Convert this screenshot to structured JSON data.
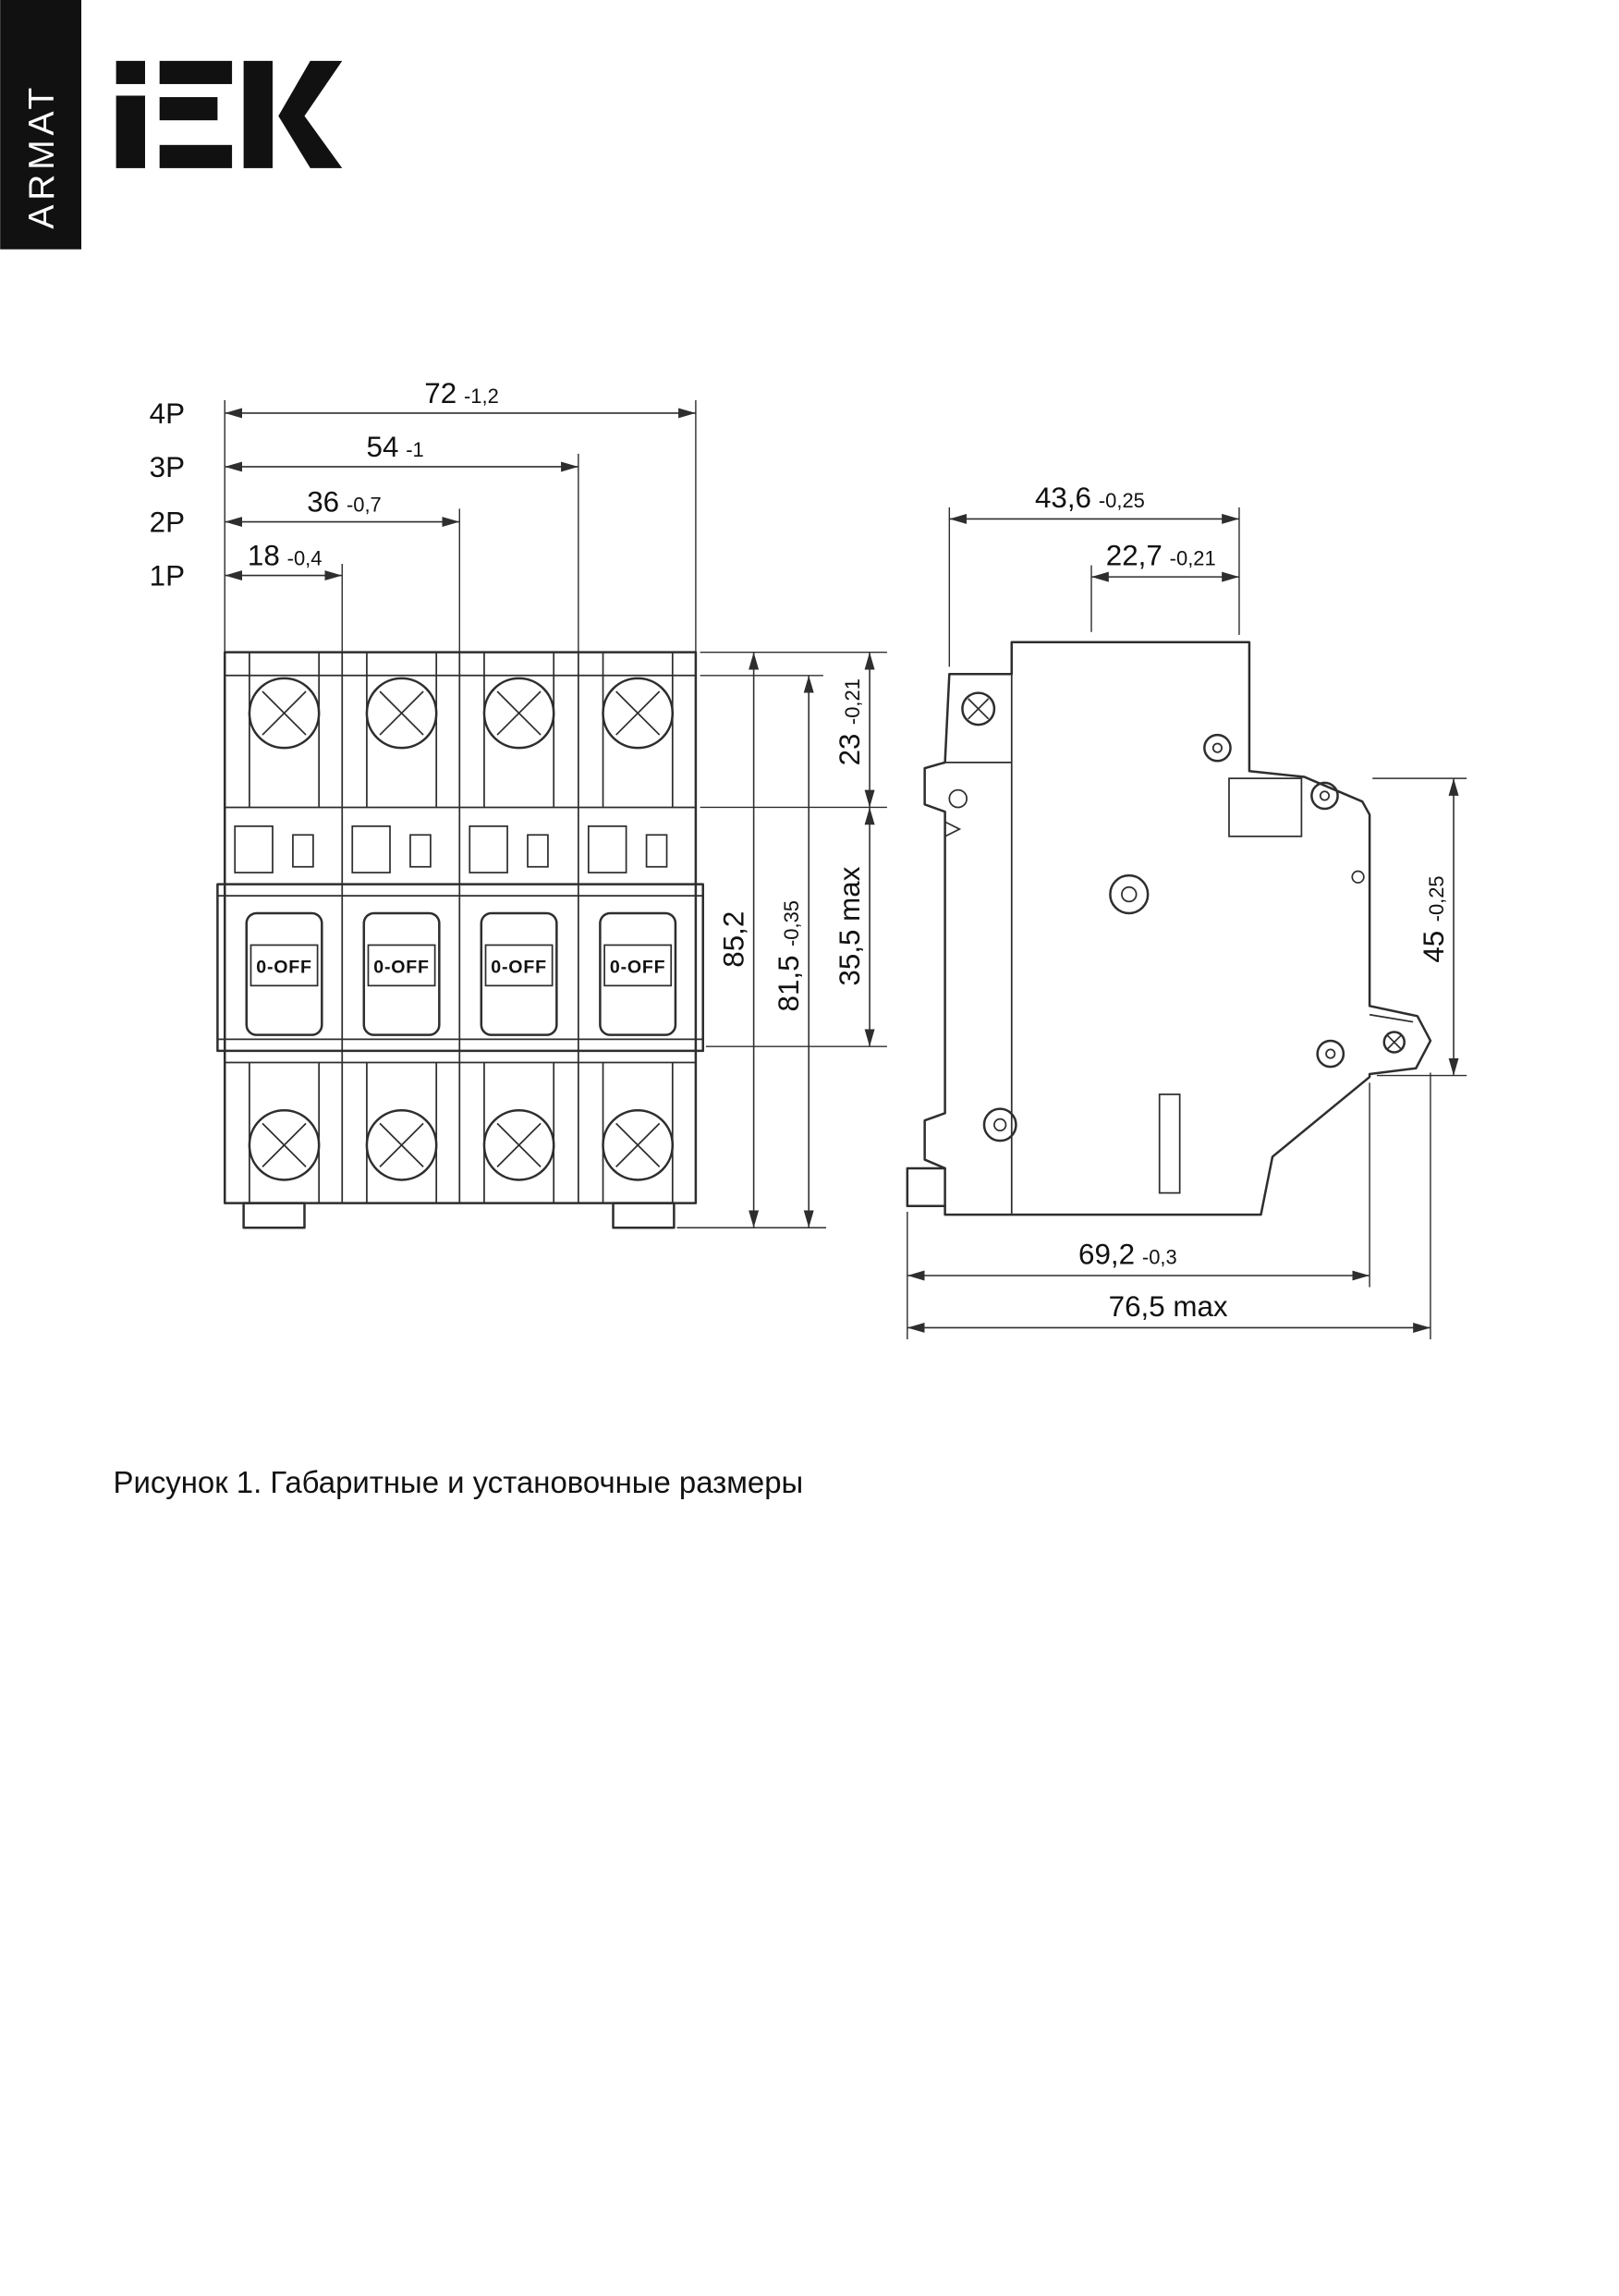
{
  "brand": {
    "sidebar_text": "ARMAT",
    "logo_text": "IEK"
  },
  "caption": "Рисунок 1. Габаритные и установочные размеры",
  "front_view": {
    "pole_dimensions": [
      {
        "pole": "4P",
        "value": "72",
        "tolerance": "-1,2"
      },
      {
        "pole": "3P",
        "value": "54",
        "tolerance": "-1"
      },
      {
        "pole": "2P",
        "value": "36",
        "tolerance": "-0,7"
      },
      {
        "pole": "1P",
        "value": "18",
        "tolerance": "-0,4"
      }
    ],
    "height_dimensions": [
      {
        "value": "85,2",
        "tolerance": ""
      },
      {
        "value": "81,5",
        "tolerance": "-0,35"
      },
      {
        "value": "35,5 max",
        "tolerance": ""
      },
      {
        "value": "23",
        "tolerance": "-0,21"
      }
    ],
    "handles": [
      "0-OFF",
      "0-OFF",
      "0-OFF",
      "0-OFF"
    ]
  },
  "side_view": {
    "top_dimensions": [
      {
        "value": "43,6",
        "tolerance": "-0,25"
      },
      {
        "value": "22,7",
        "tolerance": "-0,21"
      }
    ],
    "right_dimensions": [
      {
        "value": "45",
        "tolerance": "-0,25"
      }
    ],
    "bottom_dimensions": [
      {
        "value": "69,2",
        "tolerance": "-0,3"
      },
      {
        "value": "76,5 max",
        "tolerance": ""
      }
    ]
  }
}
